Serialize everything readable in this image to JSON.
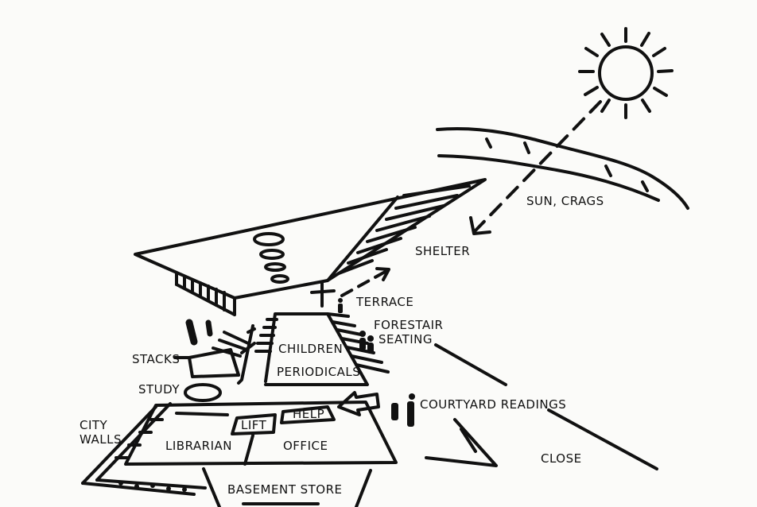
{
  "labels": {
    "sun_crags": "SUN, CRAGS",
    "shelter": "SHELTER",
    "terrace": "TERRACE",
    "forestair": "FORESTAIR",
    "seating": "SEATING",
    "stacks": "STACKS",
    "children": "CHILDREN",
    "periodicals": "PERIODICALS",
    "study": "STUDY",
    "courtyard_readings": "COURTYARD READINGS",
    "city": "CITY",
    "walls": "WALLS",
    "lift": "LIFT",
    "help": "HELP",
    "librarian": "LIBRARIAN",
    "office": "OFFICE",
    "close": "CLOSE",
    "basement_store": "BASEMENT STORE"
  }
}
